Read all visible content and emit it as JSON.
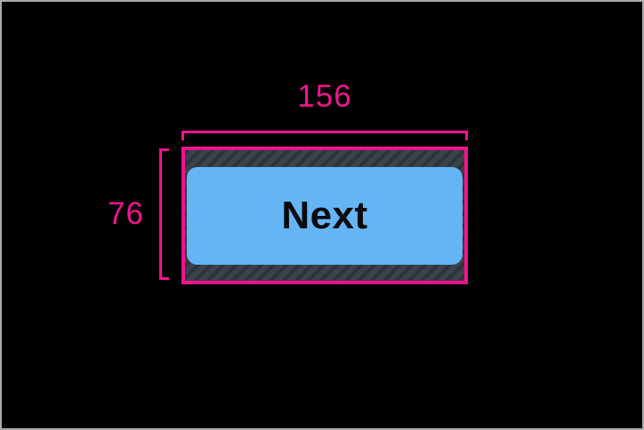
{
  "colors": {
    "background": "#000000",
    "frame_border": "#ababab",
    "pink": "#f2138f",
    "button_fill": "#64b5f6",
    "button_text": "#0b0b0b",
    "hatch_base": "#3b424b",
    "hatch_stripe": "#2e333b"
  },
  "annotations": {
    "width_label": "156",
    "height_label": "76"
  },
  "button": {
    "label": "Next"
  }
}
